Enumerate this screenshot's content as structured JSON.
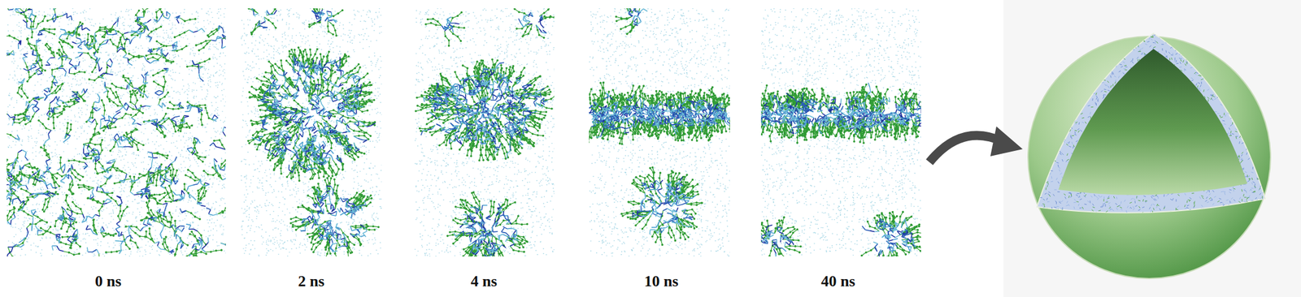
{
  "diagram": {
    "labels": [
      "0 ns",
      "2 ns",
      "4 ns",
      "10 ns",
      "40 ns"
    ]
  }
}
